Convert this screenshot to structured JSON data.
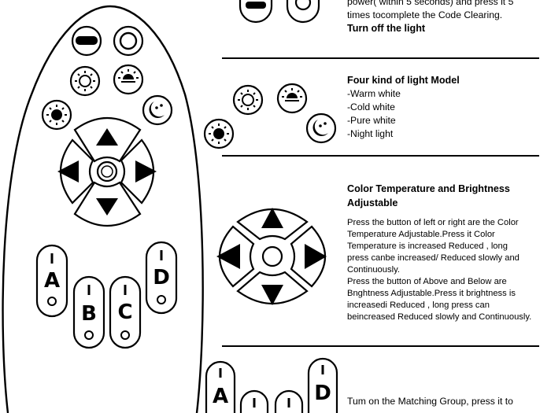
{
  "section_top": {
    "line1": "power( within 5 seconds) and press it 5",
    "line2": "times tocomplete the Code Clearing.",
    "line3": "Turn off the light"
  },
  "section_models": {
    "title": "Four kind of light Model",
    "items": [
      "-Warm white",
      "-Cold white",
      "-Pure white",
      "-Night light"
    ]
  },
  "section_color": {
    "title_line1": "Color Temperature and Brightness",
    "title_line2": "Adjustable",
    "lines": [
      "Press the button of left or right are the Color",
      "Temperature Adjustable.Press it Color",
      "Temperature is increased Reduced , long",
      "press canbe increased/ Reduced slowly and",
      "Continuously.",
      "Press the button of Above and Below are",
      "Bnghtness Adjustable.Press it brightness is",
      "increasedi Reduced , long press can",
      "beincreased Reduced slowly and Continuously."
    ]
  },
  "section_group": {
    "line1": "Tum on the Matching Group, press it to"
  },
  "remote": {
    "letters": [
      "A",
      "B",
      "C",
      "D"
    ]
  }
}
